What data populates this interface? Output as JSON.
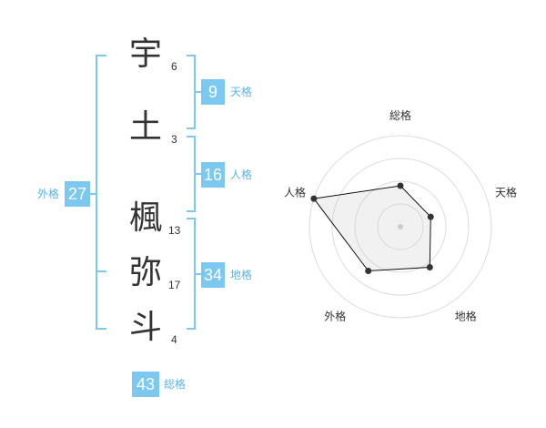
{
  "characters": [
    {
      "char": "宇",
      "strokes": "6"
    },
    {
      "char": "土",
      "strokes": "3"
    },
    {
      "char": "楓",
      "strokes": "13"
    },
    {
      "char": "弥",
      "strokes": "17"
    },
    {
      "char": "斗",
      "strokes": "4"
    }
  ],
  "fortunes": {
    "tenkaku": {
      "label": "天格",
      "value": "9"
    },
    "jinkaku": {
      "label": "人格",
      "value": "16"
    },
    "chikaku": {
      "label": "地格",
      "value": "34"
    },
    "gaikaku": {
      "label": "外格",
      "value": "27"
    },
    "soukaku": {
      "label": "総格",
      "value": "43"
    }
  },
  "colors": {
    "accent": "#7cc8f0",
    "label_text": "#5ab4e8",
    "text": "#333333"
  },
  "chart_data": {
    "type": "radar",
    "axes": [
      "総格",
      "天格",
      "地格",
      "外格",
      "人格"
    ],
    "values": [
      0.45,
      0.35,
      0.55,
      0.6,
      1.0
    ],
    "range": [
      0,
      1
    ],
    "rings": 4
  }
}
